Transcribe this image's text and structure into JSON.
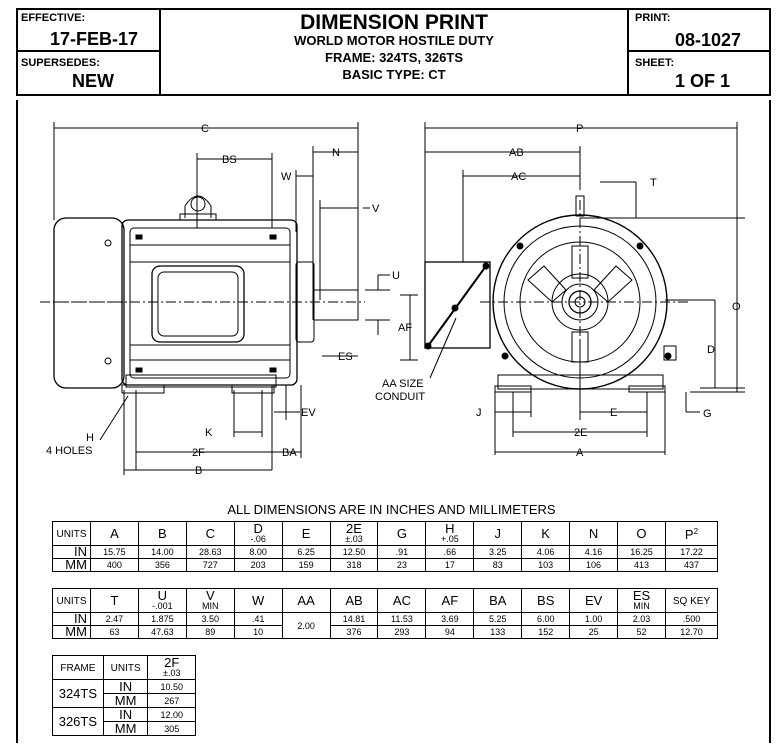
{
  "header": {
    "effective_label": "EFFECTIVE:",
    "effective_value": "17-FEB-17",
    "supersedes_label": "SUPERSEDES:",
    "supersedes_value": "NEW",
    "title": "DIMENSION PRINT",
    "line1": "WORLD MOTOR HOSTILE DUTY",
    "line2": "FRAME: 324TS, 326TS",
    "line3": "BASIC TYPE: CT",
    "print_label": "PRINT:",
    "print_value": "08-1027",
    "sheet_label": "SHEET:",
    "sheet_value": "1 OF 1"
  },
  "drawing_labels": {
    "c": "C",
    "bs": "BS",
    "n": "N",
    "w": "W",
    "v": "V",
    "u": "U",
    "af": "AF",
    "es": "ES",
    "ev": "EV",
    "k": "K",
    "h": "H",
    "four_holes": "4 HOLES",
    "two_f": "2F",
    "ba": "BA",
    "b": "B",
    "p": "P",
    "ab": "AB",
    "ac": "AC",
    "t": "T",
    "o": "O",
    "d": "D",
    "aa_size": "AA SIZE",
    "conduit": "CONDUIT",
    "j": "J",
    "e": "E",
    "g": "G",
    "two_e": "2E",
    "a": "A"
  },
  "note": "ALL DIMENSIONS ARE IN INCHES AND MILLIMETERS",
  "table1": {
    "head": [
      {
        "t": "UNITS",
        "s": ""
      },
      {
        "t": "A",
        "s": ""
      },
      {
        "t": "B",
        "s": ""
      },
      {
        "t": "C",
        "s": ""
      },
      {
        "t": "D",
        "s": "-.06"
      },
      {
        "t": "E",
        "s": ""
      },
      {
        "t": "2E",
        "s": "±.03"
      },
      {
        "t": "G",
        "s": ""
      },
      {
        "t": "H",
        "s": "+.05"
      },
      {
        "t": "J",
        "s": ""
      },
      {
        "t": "K",
        "s": ""
      },
      {
        "t": "N",
        "s": ""
      },
      {
        "t": "O",
        "s": ""
      },
      {
        "t": "P",
        "s": "2"
      }
    ],
    "rows": [
      [
        "IN",
        "15.75",
        "14.00",
        "28.63",
        "8.00",
        "6.25",
        "12.50",
        ".91",
        ".66",
        "3.25",
        "4.06",
        "4.16",
        "16.25",
        "17.22"
      ],
      [
        "MM",
        "400",
        "356",
        "727",
        "203",
        "159",
        "318",
        "23",
        "17",
        "83",
        "103",
        "106",
        "413",
        "437"
      ]
    ]
  },
  "table2": {
    "head": [
      {
        "t": "UNITS",
        "s": ""
      },
      {
        "t": "T",
        "s": ""
      },
      {
        "t": "U",
        "s": "-.001"
      },
      {
        "t": "V",
        "s": "MIN"
      },
      {
        "t": "W",
        "s": ""
      },
      {
        "t": "AA",
        "s": ""
      },
      {
        "t": "AB",
        "s": ""
      },
      {
        "t": "AC",
        "s": ""
      },
      {
        "t": "AF",
        "s": ""
      },
      {
        "t": "BA",
        "s": ""
      },
      {
        "t": "BS",
        "s": ""
      },
      {
        "t": "EV",
        "s": ""
      },
      {
        "t": "ES",
        "s": "MIN"
      },
      {
        "t": "SQ KEY",
        "s": ""
      }
    ],
    "aa_value": "2.00",
    "rows": [
      [
        "IN",
        "2.47",
        "1.875",
        "3.50",
        ".41",
        "14.81",
        "11.53",
        "3.69",
        "5.25",
        "6.00",
        "1.00",
        "2.03",
        ".500"
      ],
      [
        "MM",
        "63",
        "47.63",
        "89",
        "10",
        "376",
        "293",
        "94",
        "133",
        "152",
        "25",
        "52",
        "12.70"
      ]
    ]
  },
  "table3": {
    "head": [
      {
        "t": "FRAME",
        "s": ""
      },
      {
        "t": "UNITS",
        "s": ""
      },
      {
        "t": "2F",
        "s": "±.03"
      }
    ],
    "frames": [
      {
        "frame": "324TS",
        "rows": [
          [
            "IN",
            "10.50"
          ],
          [
            "MM",
            "267"
          ]
        ]
      },
      {
        "frame": "326TS",
        "rows": [
          [
            "IN",
            "12.00"
          ],
          [
            "MM",
            "305"
          ]
        ]
      }
    ]
  }
}
